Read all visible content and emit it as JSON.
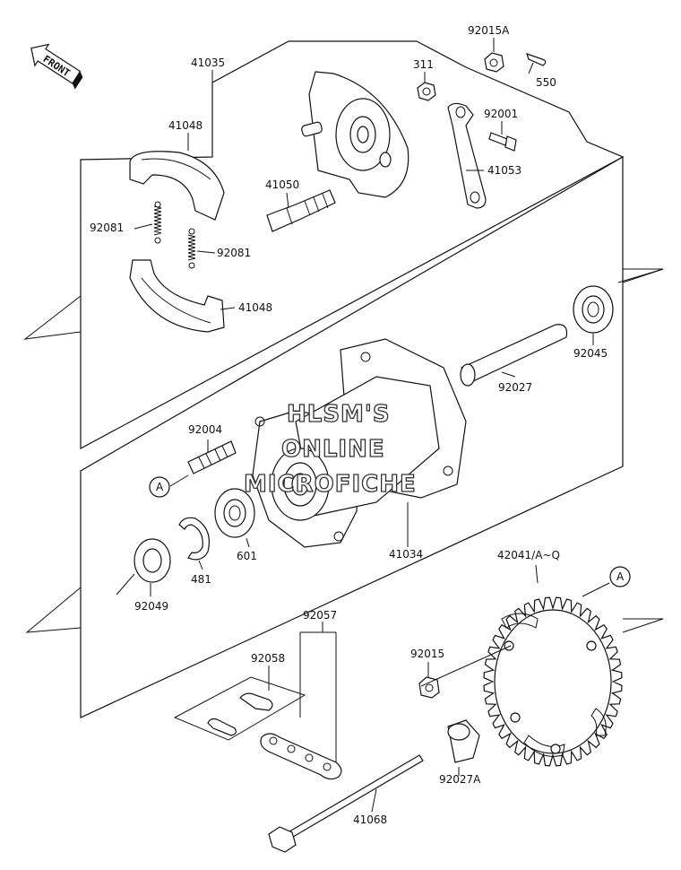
{
  "diagram": {
    "orientation_label": "FRONT",
    "labels": {
      "p41035": "41035",
      "p92015A": "92015A",
      "p311": "311",
      "p550": "550",
      "p41048_top": "41048",
      "p92001": "92001",
      "p41053": "41053",
      "p41050": "41050",
      "p92081_left": "92081",
      "p92081_right": "92081",
      "p41048_bottom": "41048",
      "p92045": "92045",
      "p92027": "92027",
      "p92004": "92004",
      "ref_a_left": "A",
      "p601": "601",
      "p481": "481",
      "p92049": "92049",
      "p41034": "41034",
      "p42041": "42041/A~Q",
      "ref_a_right": "A",
      "p92057": "92057",
      "p92058": "92058",
      "p92015": "92015",
      "p92027A": "92027A",
      "p41068": "41068"
    },
    "watermark": {
      "line1": "HLSM'S",
      "line2": "ONLINE",
      "line3": "MICROFICHE"
    }
  }
}
